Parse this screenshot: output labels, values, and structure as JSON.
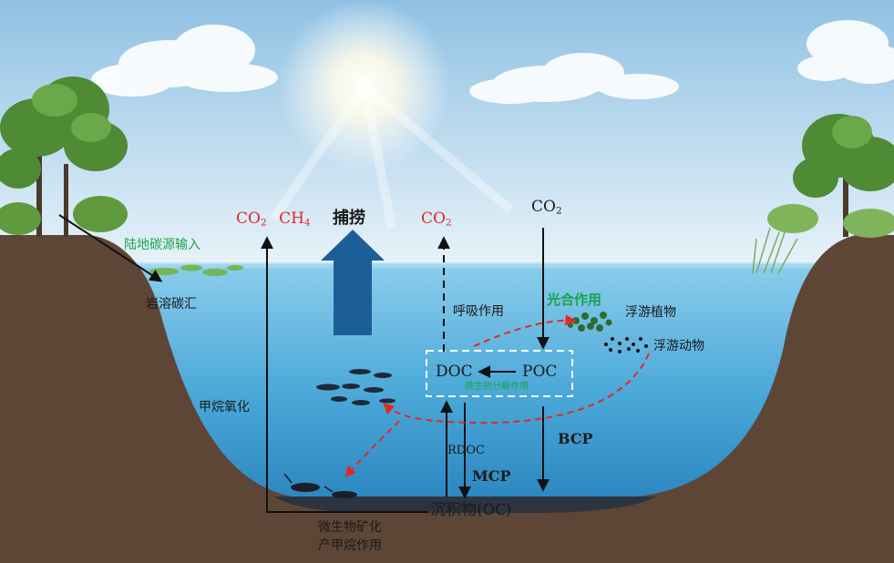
{
  "labels": {
    "co2_ch4_co2": "CO",
    "co2_ch4_2": "2",
    "co2_ch4_ch": "CH",
    "co2_ch4_4": "4",
    "fishing": "捕捞",
    "resp_co2": "CO",
    "resp_co2_sub": "2",
    "atm_co2": "CO",
    "atm_co2_sub": "2",
    "land_input": "陆地碳源输入",
    "karst_sink": "岩溶碳汇",
    "respiration": "呼吸作用",
    "photosynthesis": "光合作用",
    "phytoplankton": "浮游植物",
    "zooplankton": "浮游动物",
    "doc": "DOC",
    "poc": "POC",
    "microbial_decomp": "微生物分解作用",
    "methane_oxidation": "甲烷氧化",
    "rdoc": "RDOC",
    "mcp": "MCP",
    "bcp": "BCP",
    "sediment": "沉积物(OC)",
    "methanogenesis_line1": "微生物矿化",
    "methanogenesis_line2": "产甲烷作用"
  },
  "colors": {
    "sky_top": "#9cc8e6",
    "sky_bottom": "#e9f4fb",
    "water_top": "#86c9ea",
    "water_bottom": "#2f8fc8",
    "soil": "#5e4637",
    "arrow_dark": "#111111",
    "arrow_red": "#e6261f",
    "fishing_arrow": "#1c5f98",
    "label_red": "#e6261f",
    "label_green": "#1aa34a"
  }
}
